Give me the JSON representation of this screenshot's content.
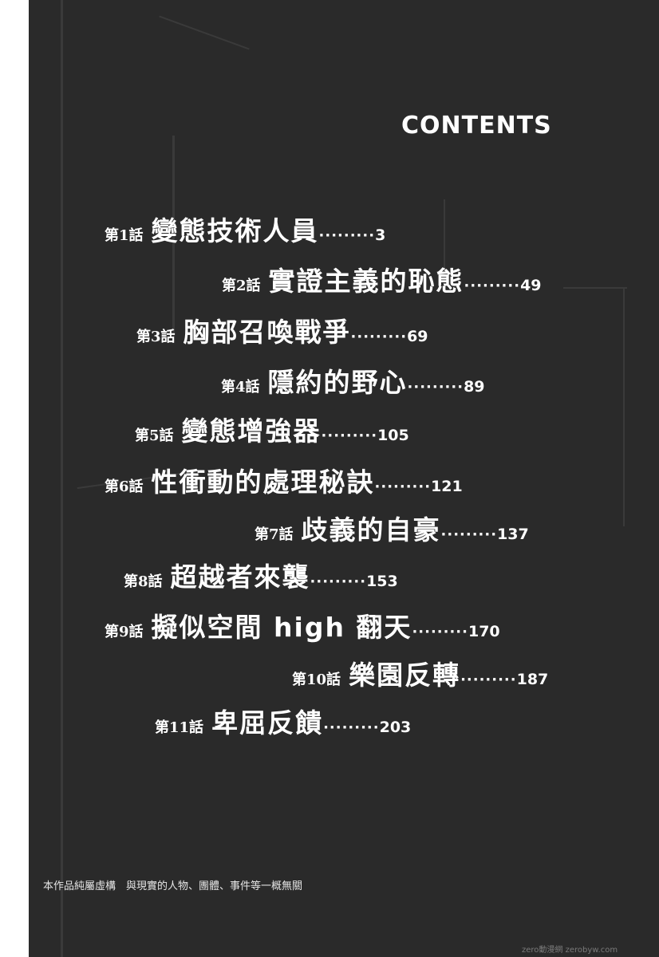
{
  "title": "CONTENTS",
  "entries": [
    {
      "label": "第1話",
      "title": "變態技術人員",
      "dots": "·········",
      "page": "3"
    },
    {
      "label": "第2話",
      "title": "實證主義的恥態",
      "dots": "·········",
      "page": "49"
    },
    {
      "label": "第3話",
      "title": "胸部召喚戰爭",
      "dots": "·········",
      "page": "69"
    },
    {
      "label": "第4話",
      "title": "隱約的野心",
      "dots": "·········",
      "page": "89"
    },
    {
      "label": "第5話",
      "title": "變態增強器",
      "dots": "·········",
      "page": "105"
    },
    {
      "label": "第6話",
      "title": "性衝動的處理秘訣",
      "dots": "·········",
      "page": "121"
    },
    {
      "label": "第7話",
      "title": "歧義的自豪",
      "dots": "·········",
      "page": "137"
    },
    {
      "label": "第8話",
      "title": "超越者來襲",
      "dots": "·········",
      "page": "153"
    },
    {
      "label": "第9話",
      "title": "擬似空間 high 翻天",
      "dots": "·········",
      "page": "170"
    },
    {
      "label": "第10話",
      "title": "樂園反轉",
      "dots": "·········",
      "page": "187"
    },
    {
      "label": "第11話",
      "title": "卑屈反饋",
      "dots": "·········",
      "page": "203"
    }
  ],
  "disclaimer": "本作品純屬虛構　與現實的人物、團體、事件等一概無關",
  "watermark": "zero動漫網 zerobyw.com"
}
